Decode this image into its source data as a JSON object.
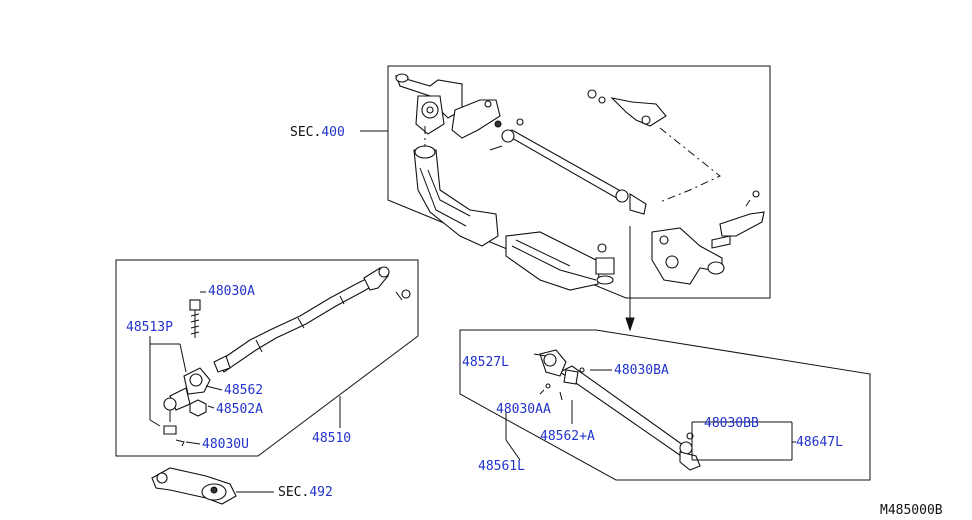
{
  "diagram_code": "M485000B",
  "sections": {
    "sec400": {
      "prefix": "SEC.",
      "number": "400"
    },
    "sec492": {
      "prefix": "SEC.",
      "number": "492"
    }
  },
  "left_group": {
    "labels": {
      "p48030A": "48030A",
      "p48513P": "48513P",
      "p48562": "48562",
      "p48502A": "48502A",
      "p48030U": "48030U",
      "p48510": "48510"
    }
  },
  "right_group": {
    "labels": {
      "p48527L": "48527L",
      "p48030BA": "48030BA",
      "p48030AA": "48030AA",
      "p48562A": "48562+A",
      "p48030BB": "48030BB",
      "p48647L": "48647L",
      "p48561L": "48561L"
    }
  }
}
